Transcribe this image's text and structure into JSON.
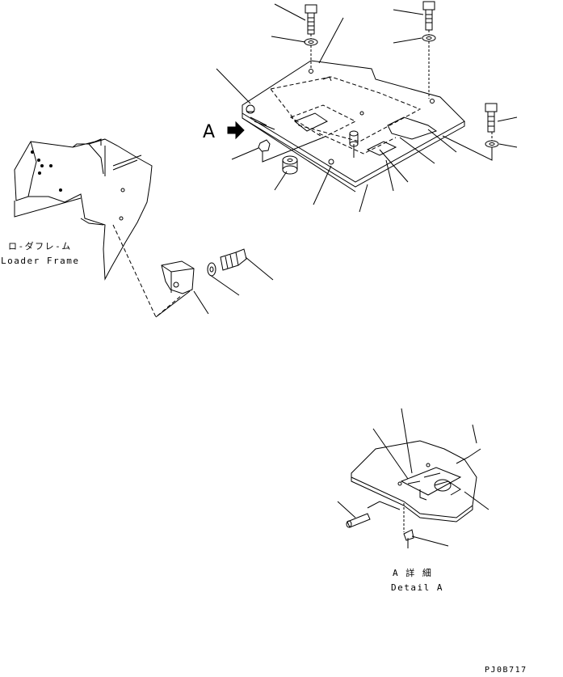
{
  "labels": {
    "loader_frame_jp": "ロ-ダフレ-ム",
    "loader_frame_en": "Loader Frame",
    "view_arrow_letter": "A",
    "detail_jp": "A 詳 細",
    "detail_en": "Detail A",
    "drawing_code": "PJ0B717"
  }
}
